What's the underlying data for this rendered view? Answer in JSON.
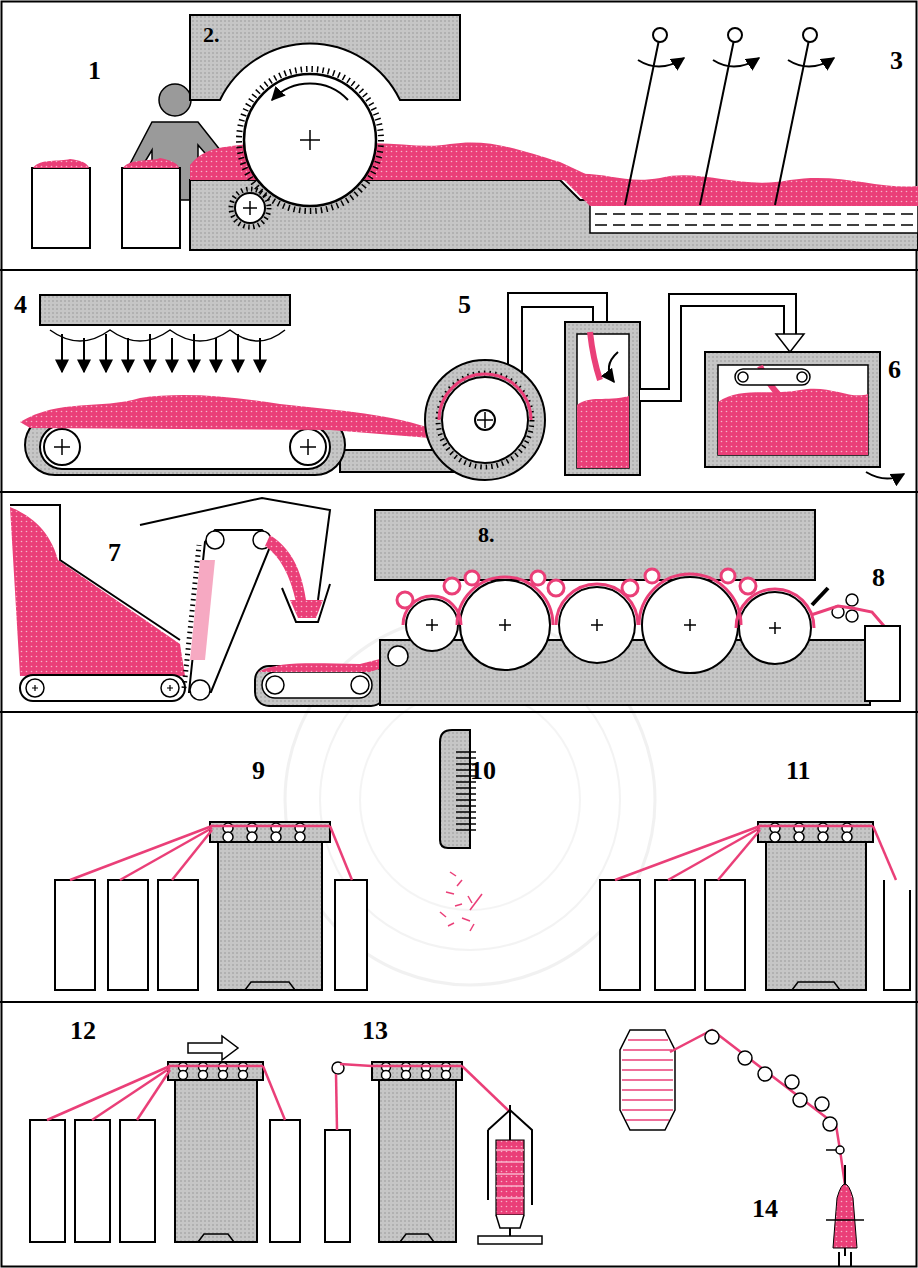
{
  "diagram": {
    "labels": [
      "1",
      "2.",
      "3",
      "4",
      "5",
      "6",
      "7",
      "8.",
      "8",
      "9",
      "10",
      "11",
      "12",
      "13",
      "14"
    ]
  }
}
